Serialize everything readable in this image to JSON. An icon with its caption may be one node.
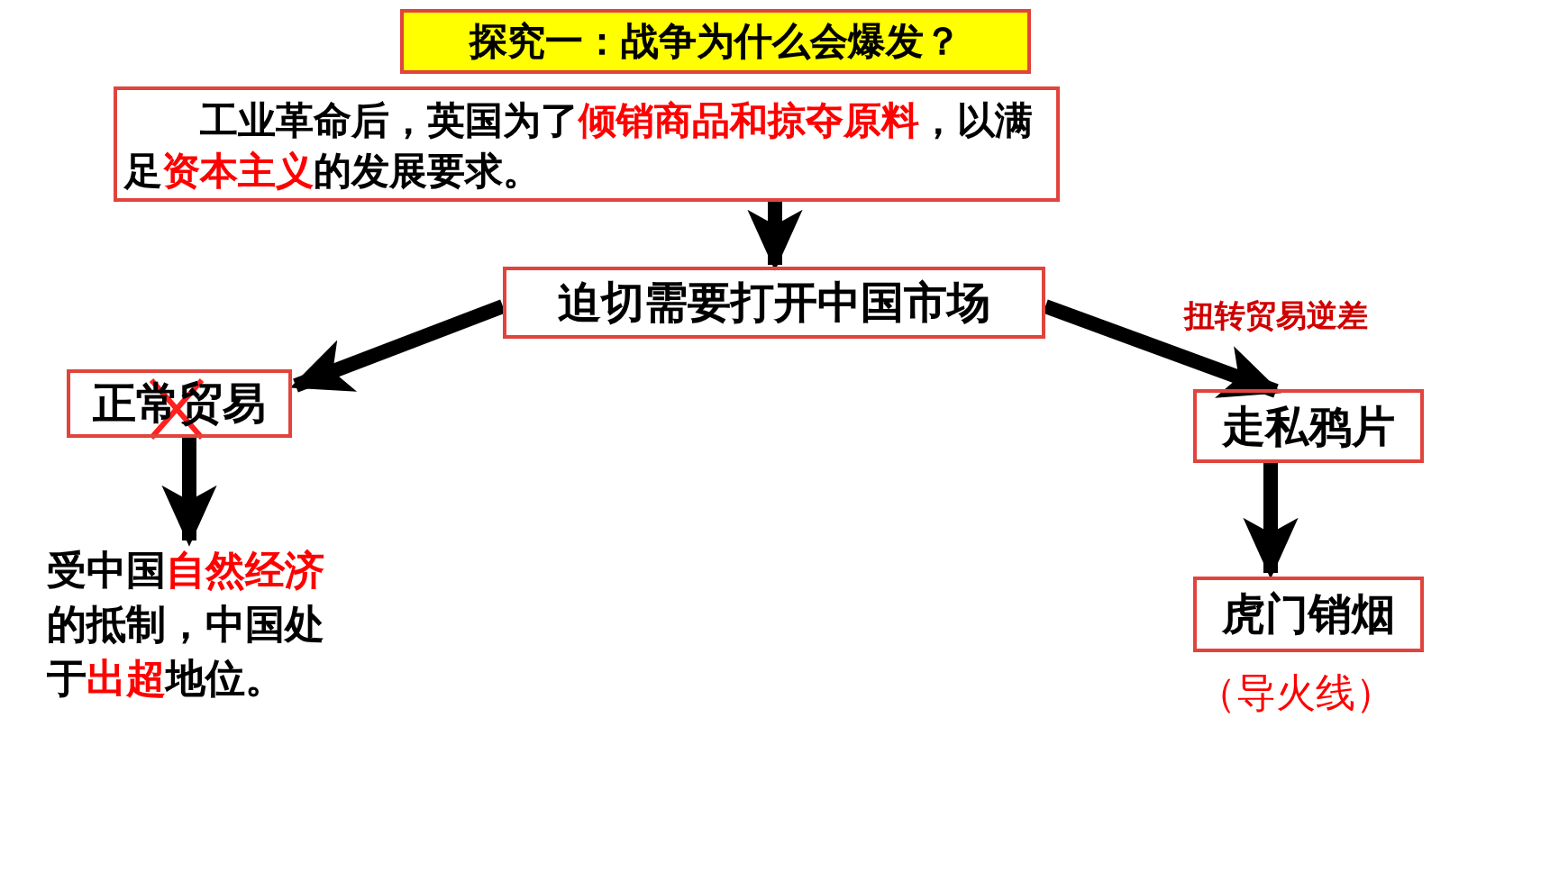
{
  "diagram": {
    "title": "探究一：战争为什么会爆发？",
    "nodes": [
      {
        "text": [
          "工业革命后，英国为了**倾销商品和掠夺原料**，以满足**资本主义**的发展要求。"
        ]
      },
      {
        "text": [
          "迫切需要打开中国市场"
        ]
      },
      {
        "text": [
          "正常贸易"
        ]
      },
      {
        "text": [
          "受中国**自然经济**的抵制，中国处于**出超**地位。"
        ]
      },
      {
        "text": [
          "走私鸦片"
        ]
      },
      {
        "text": [
          "虎门销烟"
        ],
        "beside": [
          "（导火线）"
        ]
      }
    ],
    "edges": [
      {
        "from": 0,
        "to": 1,
        "arrow": "to"
      },
      {
        "from": 1,
        "to": 2,
        "arrow": "to"
      },
      {
        "from": 2,
        "to": 3,
        "arrow": "to"
      },
      {
        "from": 1,
        "to": 4,
        "arrow": "to",
        "label": "扭转贸易逆差"
      },
      {
        "from": 4,
        "to": 5,
        "arrow": "to"
      }
    ]
  }
}
